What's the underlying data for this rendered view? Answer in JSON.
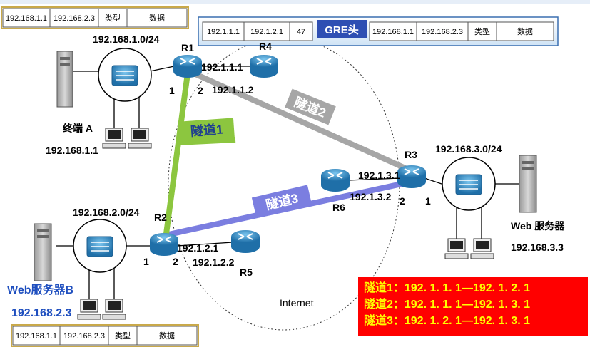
{
  "packets": {
    "top_left": [
      "192.168.1.1",
      "192.168.2.3",
      "类型",
      "数据"
    ],
    "top_gre": [
      "192.1.1.1",
      "192.1.2.1",
      "47",
      "GRE头",
      "192.168.1.1",
      "192.168.2.3",
      "类型",
      "数据"
    ],
    "bottom": [
      "192.168.1.1",
      "192.168.2.3",
      "类型",
      "数据"
    ]
  },
  "networks": {
    "net1": "192.168.1.0/24",
    "net2": "192.168.2.0/24",
    "net3": "192.168.3.0/24"
  },
  "routers": {
    "r1": "R1",
    "r2": "R2",
    "r3": "R3",
    "r4": "R4",
    "r5": "R5",
    "r6": "R6"
  },
  "ports": {
    "r1_p1": "1",
    "r1_p2": "2",
    "r2_p1": "1",
    "r2_p2": "2",
    "r3_p1": "1",
    "r3_p2": "2"
  },
  "ips": {
    "r1_ip": "192.1.1.1",
    "r4_ip": "192.1.1.2",
    "r2_ip": "192.1.2.1",
    "r5_ip": "192.1.2.2",
    "r3_ip": "192.1.3.1",
    "r6_ip": "192.1.3.2"
  },
  "hosts": {
    "terminal_name": "终端 A",
    "terminal_ip": "192.168.1.1",
    "web_b_name": "Web服务器B",
    "web_b_ip": "192.168.2.3",
    "web_name": "Web 服务器",
    "web_ip": "192.168.3.3"
  },
  "tunnels": {
    "t1": "隧道1",
    "t2": "隧道2",
    "t3": "隧道3"
  },
  "internet_label": "Internet",
  "legend": [
    "隧道1：192. 1. 1. 1—192. 1. 2. 1",
    "隧道2：192. 1. 1. 1—192. 1. 3. 1",
    "隧道3：192. 1. 2. 1—192. 1. 3. 1"
  ],
  "colors": {
    "tunnel1": "#8cc63f",
    "tunnel2": "#a6a6a6",
    "tunnel3": "#7b7ee0",
    "legend_bg": "#ff0000",
    "legend_text": "#ffff00",
    "router": "#2f8fc7",
    "gre_bg": "#2e4fb3"
  }
}
